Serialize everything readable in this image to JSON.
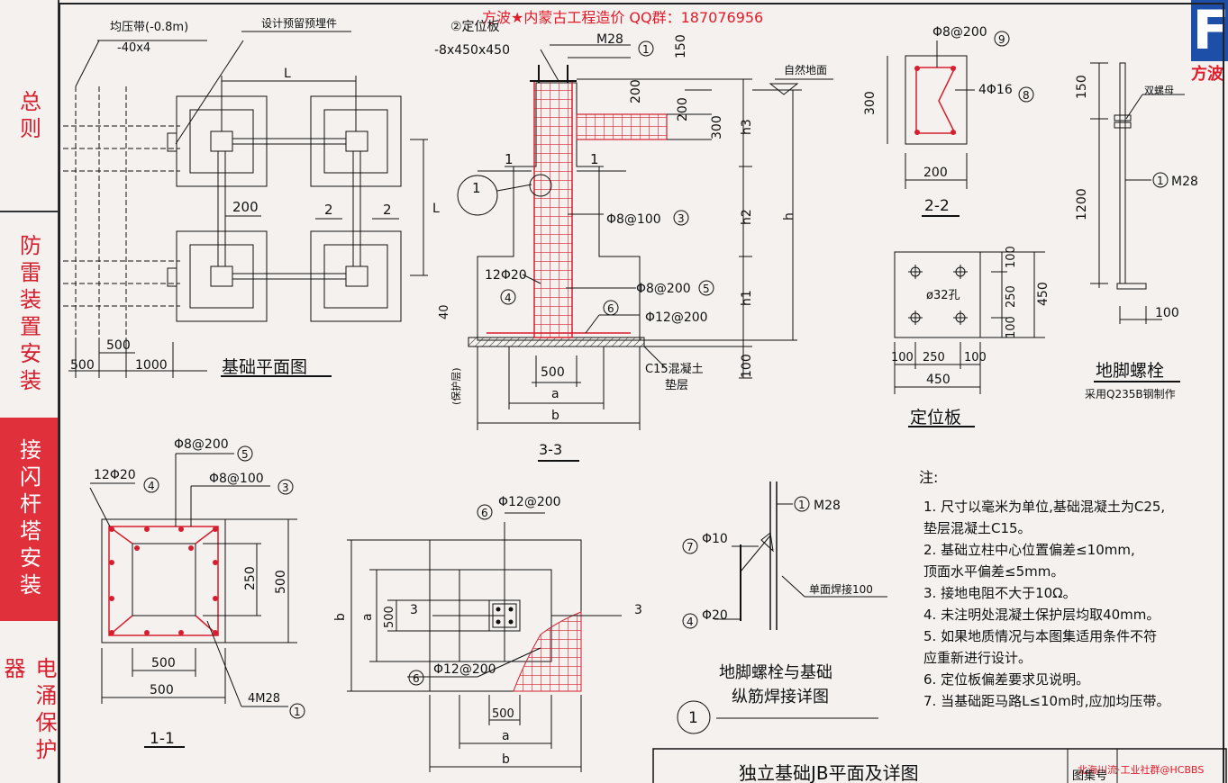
{
  "watermark": "方波★内蒙古工程造价 QQ群：187076956",
  "logo": {
    "letter": "F",
    "text": "方波"
  },
  "forum_mark": "北海川流·工业社群@HCBBS",
  "sidebar": [
    {
      "label": "总则",
      "active": false
    },
    {
      "label": "防雷装置安装",
      "active": false
    },
    {
      "label": "接闪杆塔安装",
      "active": true
    },
    {
      "label": "电涌保护器",
      "active": false
    }
  ],
  "plan": {
    "title": "基础平面图",
    "equalizer": "均压带(-0.8m)",
    "equalizer_size": "-40x4",
    "embedded": "设计预留预埋件",
    "L_top": "L",
    "L_side": "L",
    "dim_200": "200",
    "sec2a": "2",
    "sec2b": "2",
    "d500a": "500",
    "d500b": "500",
    "d1000": "1000"
  },
  "s33": {
    "title": "3-3",
    "plate_mark": "②定位板",
    "plate_size": "-8x450x450",
    "m28": "M28",
    "m28_no": "1",
    "d150": "150",
    "d200a": "200",
    "d200b": "200",
    "d300": "300",
    "grade": "自然地面",
    "h3": "h3",
    "h2": "h2",
    "h1": "h1",
    "h": "h",
    "d100": "100",
    "sec1a": "1",
    "sec1b": "1",
    "stirrup100": "Φ8@100",
    "stirrup100_no": "3",
    "main": "12Φ20",
    "main_no": "4",
    "stirrup200": "Φ8@200",
    "stirrup200_no": "5",
    "mesh": "Φ12@200",
    "mesh_no": "6",
    "d40": "40",
    "cover": "(保护层)",
    "d500": "500",
    "a": "a",
    "b": "b",
    "pad": "C15混凝土",
    "pad2": "垫层",
    "detail_no": "1"
  },
  "s22": {
    "title": "2-2",
    "top": "Φ8@200",
    "top_no": "9",
    "side": "4Φ16",
    "side_no": "8",
    "d300": "300",
    "d200": "200"
  },
  "plate": {
    "title": "定位板",
    "hole": "ø32孔",
    "d100a": "100",
    "d250": "250",
    "d100b": "100",
    "d450": "450",
    "e100a": "100",
    "e250": "250",
    "e100b": "100",
    "e450": "450"
  },
  "bolt": {
    "title": "地脚螺栓",
    "note": "采用Q235B钢制作",
    "nut": "双螺母",
    "m28": "M28",
    "m28_no": "1",
    "d150": "150",
    "d1200": "1200",
    "d100": "100"
  },
  "s11": {
    "title": "1-1",
    "stirrup200": "Φ8@200",
    "stirrup200_no": "5",
    "main": "12Φ20",
    "main_no": "4",
    "stirrup100": "Φ8@100",
    "stirrup100_no": "3",
    "d250": "250",
    "d500v": "500",
    "d500a": "500",
    "d500b": "500",
    "bolts": "4M28",
    "bolts_no": "1"
  },
  "fplan": {
    "mesh": "Φ12@200",
    "mesh_no": "6",
    "mesh2": "Φ12@200",
    "mesh2_no": "6",
    "b": "b",
    "a": "a",
    "d500": "500",
    "d500h": "500",
    "ah": "a",
    "bh": "b",
    "sec3a": "3",
    "sec3b": "3"
  },
  "weld": {
    "title1": "地脚螺栓与基础",
    "title2": "纵筋焊接详图",
    "m28": "M28",
    "m28_no": "1",
    "bar10": "Φ10",
    "bar10_no": "7",
    "bar20": "Φ20",
    "bar20_no": "4",
    "weld": "单面焊接100",
    "detail_no": "1"
  },
  "notes": {
    "title": "注:",
    "items": [
      "1. 尺寸以毫米为单位,基础混凝土为C25,",
      "   垫层混凝土C15。",
      "2. 基础立柱中心位置偏差≤10mm,",
      "   顶面水平偏差≤5mm。",
      "3. 接地电阻不大于10Ω。",
      "4. 未注明处混凝土保护层均取40mm。",
      "5. 如果地质情况与本图集适用条件不符",
      "   应重新进行设计。",
      "6. 定位板偏差要求见说明。",
      "7. 当基础距马路L≤10m时,应加均压带。"
    ]
  },
  "titleblock": {
    "title": "独立基础JB平面及详图",
    "label": "图集号"
  }
}
